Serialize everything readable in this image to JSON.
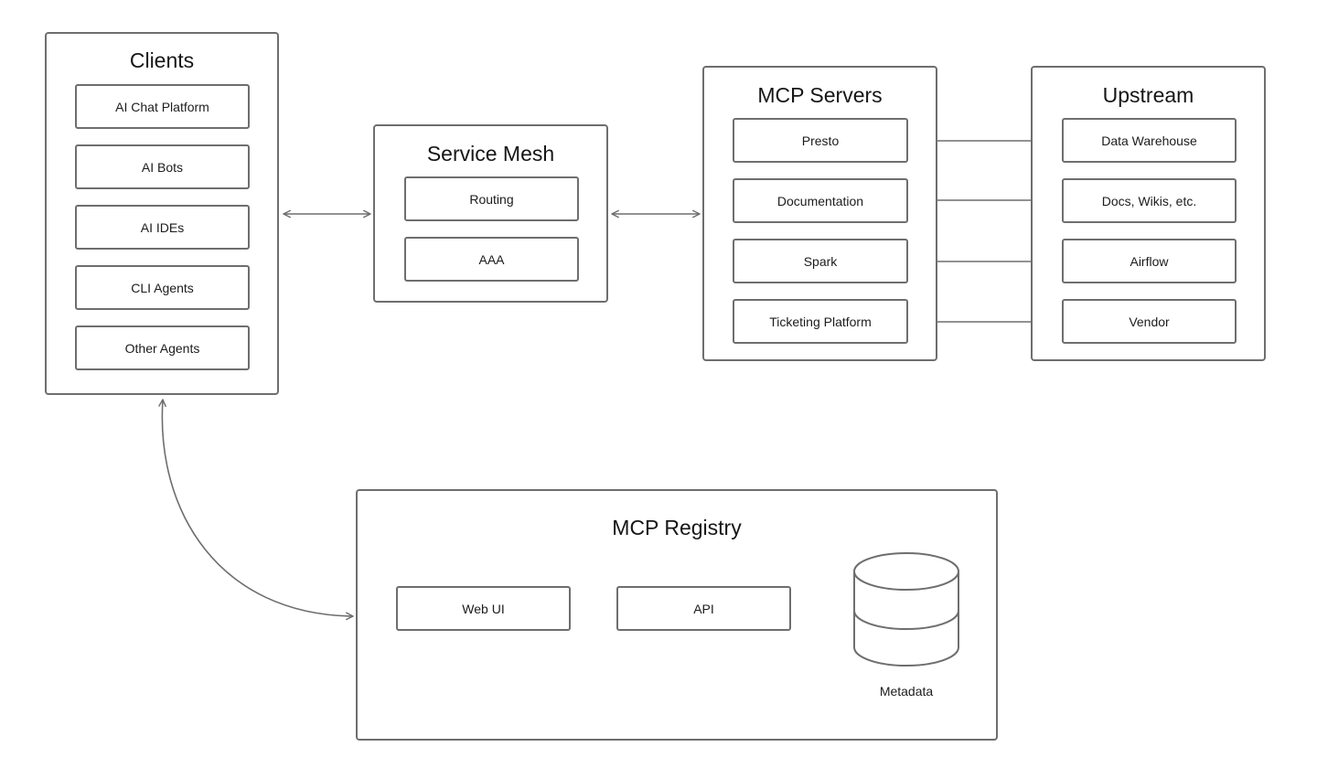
{
  "clients": {
    "title": "Clients",
    "items": [
      "AI Chat Platform",
      "AI Bots",
      "AI IDEs",
      "CLI Agents",
      "Other Agents"
    ]
  },
  "service_mesh": {
    "title": "Service Mesh",
    "items": [
      "Routing",
      "AAA"
    ]
  },
  "mcp_servers": {
    "title": "MCP Servers",
    "items": [
      "Presto",
      "Documentation",
      "Spark",
      "Ticketing Platform"
    ]
  },
  "upstream": {
    "title": "Upstream",
    "items": [
      "Data Warehouse",
      "Docs, Wikis, etc.",
      "Airflow",
      "Vendor"
    ]
  },
  "registry": {
    "title": "MCP Registry",
    "items": [
      "Web UI",
      "API"
    ],
    "database_label": "Metadata"
  },
  "colors": {
    "stroke": "#6e6e6e",
    "background": "#ffffff",
    "text": "#1c1c1c"
  }
}
